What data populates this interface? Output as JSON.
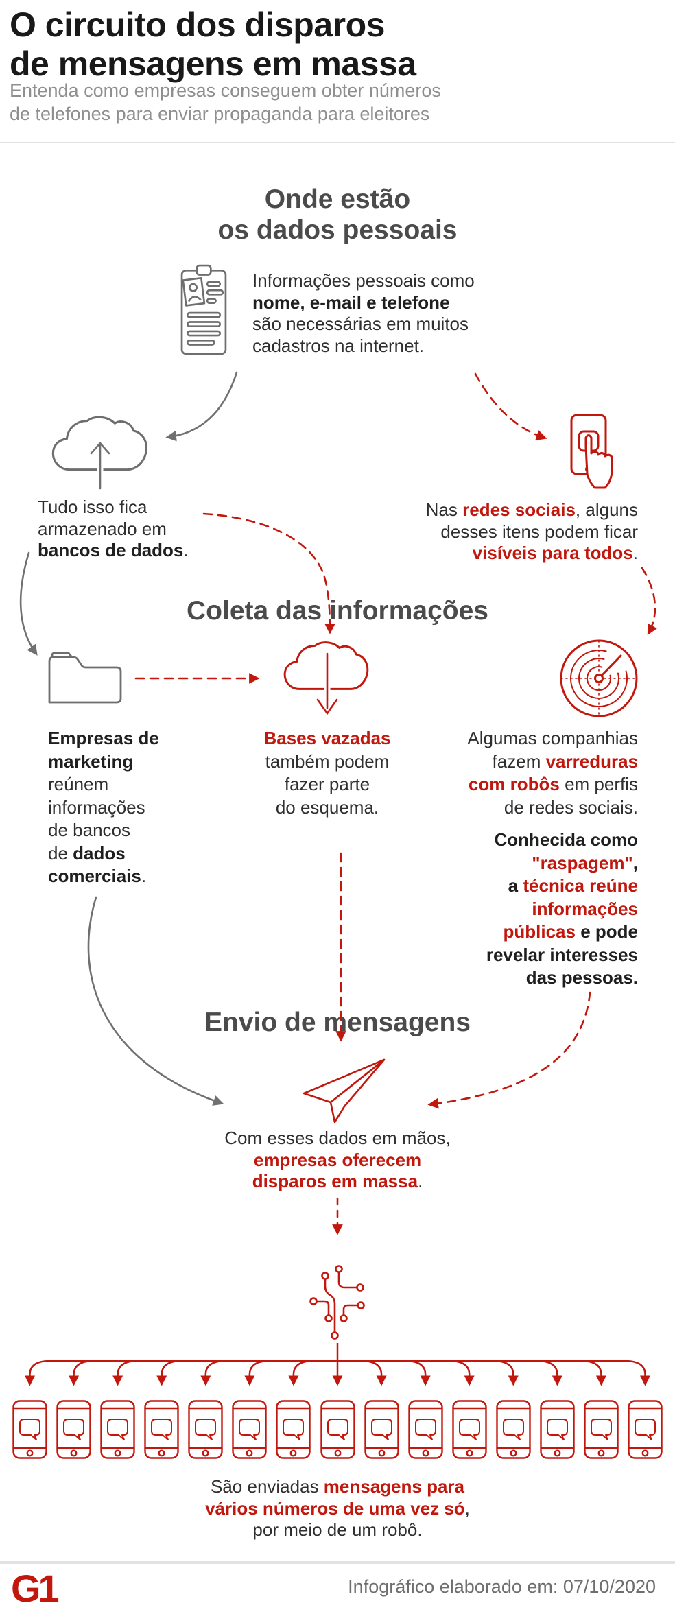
{
  "colors": {
    "accent_red": "#c2170d",
    "heading_gray": "#4b4b4b",
    "text_dark": "#2f2f2f",
    "muted_gray": "#8f8f8f",
    "icon_gray": "#6e6e6e",
    "divider": "#e2e2e2"
  },
  "header": {
    "title_lines": [
      [
        {
          "t": "O circuito dos disparos"
        }
      ],
      [
        {
          "t": "de mensagens em massa"
        }
      ]
    ],
    "subtitle_lines": [
      [
        {
          "t": "Entenda como empresas conseguem obter números"
        }
      ],
      [
        {
          "t": "de telefones para enviar propaganda para eleitores"
        }
      ]
    ]
  },
  "sections": {
    "where": {
      "heading_lines": [
        [
          {
            "t": "Onde estão"
          }
        ],
        [
          {
            "t": "os dados pessoais"
          }
        ]
      ],
      "registration_lines": [
        [
          {
            "t": "Informações pessoais como"
          }
        ],
        [
          {
            "t": "nome, e-mail e telefone",
            "b": 1
          }
        ],
        [
          {
            "t": "são necessárias em muitos"
          }
        ],
        [
          {
            "t": "cadastros na internet."
          }
        ]
      ],
      "storage_lines": [
        [
          {
            "t": "Tudo isso fica"
          }
        ],
        [
          {
            "t": "armazenado em"
          }
        ],
        [
          {
            "t": "bancos de dados",
            "b": 1
          },
          {
            "t": "."
          }
        ]
      ],
      "social_lines": [
        [
          {
            "t": "Nas "
          },
          {
            "t": "redes sociais",
            "b": 1,
            "r": 1
          },
          {
            "t": ", alguns"
          }
        ],
        [
          {
            "t": "desses itens podem ficar"
          }
        ],
        [
          {
            "t": "visíveis para todos",
            "b": 1,
            "r": 1
          },
          {
            "t": "."
          }
        ]
      ]
    },
    "collection": {
      "heading": "Coleta das informações",
      "marketing_lines": [
        [
          {
            "t": "Empresas de",
            "b": 1
          }
        ],
        [
          {
            "t": "marketing",
            "b": 1
          }
        ],
        [
          {
            "t": "reúnem"
          }
        ],
        [
          {
            "t": "informações"
          }
        ],
        [
          {
            "t": "de bancos"
          }
        ],
        [
          {
            "t": "de "
          },
          {
            "t": "dados",
            "b": 1
          }
        ],
        [
          {
            "t": "comerciais",
            "b": 1
          },
          {
            "t": "."
          }
        ]
      ],
      "leaked_lines": [
        [
          {
            "t": "Bases vazadas",
            "b": 1,
            "r": 1
          }
        ],
        [
          {
            "t": "também podem"
          }
        ],
        [
          {
            "t": "fazer parte"
          }
        ],
        [
          {
            "t": "do esquema."
          }
        ]
      ],
      "robots_lines": [
        [
          {
            "t": "Algumas companhias"
          }
        ],
        [
          {
            "t": "fazem "
          },
          {
            "t": "varreduras",
            "b": 1,
            "r": 1
          }
        ],
        [
          {
            "t": "com robôs",
            "b": 1,
            "r": 1
          },
          {
            "t": " em perfis"
          }
        ],
        [
          {
            "t": "de redes sociais."
          }
        ]
      ],
      "scraping_lines": [
        [
          {
            "t": "Conhecida como",
            "b": 1
          }
        ],
        [
          {
            "t": "\"raspagem\"",
            "b": 1,
            "r": 1
          },
          {
            "t": ",",
            "b": 1
          }
        ],
        [
          {
            "t": "a ",
            "b": 1
          },
          {
            "t": "técnica reúne",
            "b": 1,
            "r": 1
          }
        ],
        [
          {
            "t": "informações",
            "b": 1,
            "r": 1
          }
        ],
        [
          {
            "t": "públicas",
            "b": 1,
            "r": 1
          },
          {
            "t": " e pode",
            "b": 1
          }
        ],
        [
          {
            "t": "revelar interesses",
            "b": 1
          }
        ],
        [
          {
            "t": "das pessoas.",
            "b": 1
          }
        ]
      ]
    },
    "sending": {
      "heading": "Envio de mensagens",
      "offer_lines": [
        [
          {
            "t": "Com esses dados em mãos,"
          }
        ],
        [
          {
            "t": "empresas oferecem",
            "b": 1,
            "r": 1
          }
        ],
        [
          {
            "t": "disparos em massa",
            "b": 1,
            "r": 1
          },
          {
            "t": "."
          }
        ]
      ],
      "phones_count": 15,
      "broadcast_lines": [
        [
          {
            "t": "São enviadas "
          },
          {
            "t": "mensagens para",
            "b": 1,
            "r": 1
          }
        ],
        [
          {
            "t": "vários números de uma vez só",
            "b": 1,
            "r": 1
          },
          {
            "t": ","
          }
        ],
        [
          {
            "t": "por meio de um robô."
          }
        ]
      ]
    }
  },
  "icons": {
    "clipboard": "clipboard-icon",
    "cloud_upload": "cloud-upload-icon",
    "phone_tap": "phone-tap-icon",
    "folder": "folder-icon",
    "cloud_download": "cloud-download-icon",
    "radar": "radar-icon",
    "paper_plane": "paper-plane-icon",
    "circuit": "circuit-icon",
    "phone_message": "phone-message-icon"
  },
  "footer": {
    "logo": "G1",
    "credit": "Infográfico elaborado em: 07/10/2020"
  }
}
